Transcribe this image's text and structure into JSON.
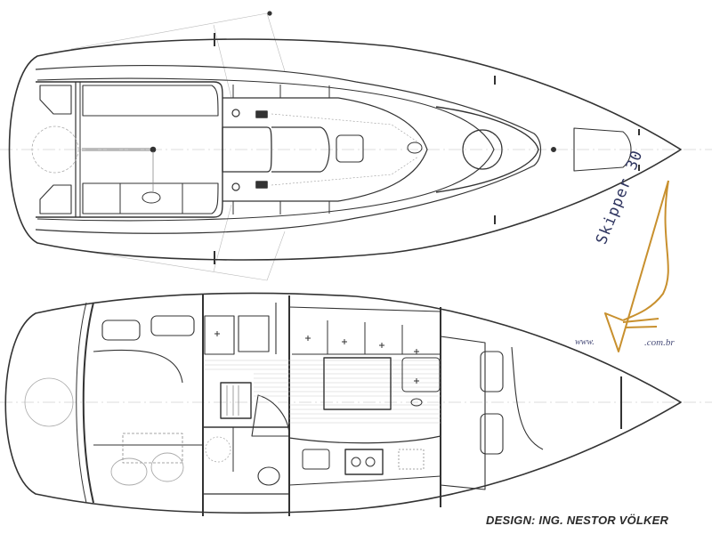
{
  "drawing": {
    "views": [
      {
        "name": "deck-plan",
        "description": "Top view of deck layout"
      },
      {
        "name": "interior-plan",
        "description": "Accommodation / interior layout"
      }
    ],
    "line_color": "#333333",
    "thin_line_color": "#888888"
  },
  "logo": {
    "title": "Skipper 30",
    "www_prefix": "www.",
    "domain_suffix": ".com.br",
    "sail_color": "#c8902e",
    "text_color": "#2f3560"
  },
  "credit": {
    "text": "DESIGN: ING. NESTOR VÖLKER"
  }
}
